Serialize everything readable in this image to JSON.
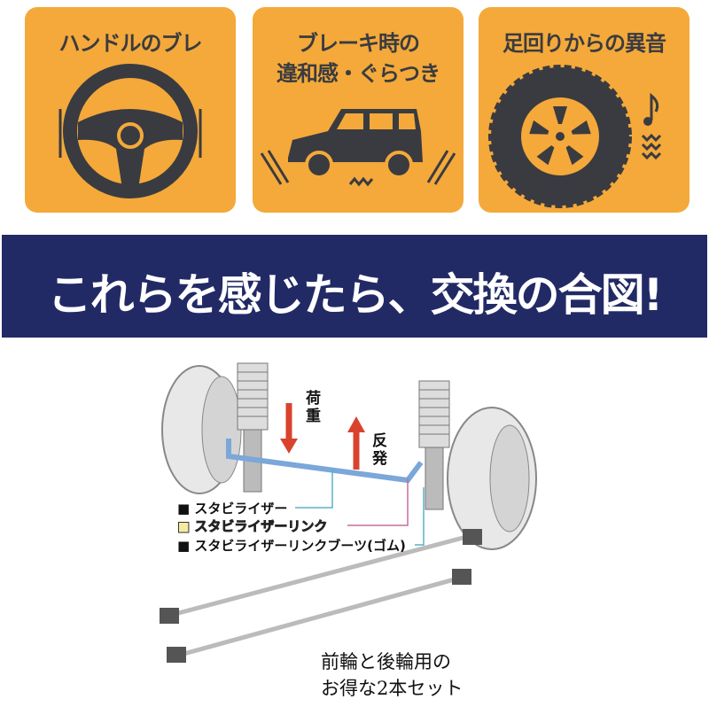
{
  "panels": [
    {
      "title_lines": [
        "ハンドルのブレ"
      ],
      "icon": "steering-wheel-icon"
    },
    {
      "title_lines": [
        "ブレーキ時の",
        "違和感・ぐらつき"
      ],
      "icon": "car-icon"
    },
    {
      "title_lines": [
        "足回りからの異音"
      ],
      "icon": "tire-icon"
    }
  ],
  "banner": {
    "text": "これらを感じたら、交換の合図!"
  },
  "diagram": {
    "load_label": "荷重",
    "rebound_label": "反発",
    "legend": [
      {
        "marker": "■",
        "label": "スタビライザー",
        "color": "#111111"
      },
      {
        "marker": "■",
        "label": "スタビライザーリンク",
        "color": "#f5eaa0"
      },
      {
        "marker": "■",
        "label": "スタビライザーリンクブーツ(ゴム)",
        "color": "#111111"
      }
    ]
  },
  "caption": {
    "line1": "前輪と後輪用の",
    "line2": "お得な2本セット"
  },
  "colors": {
    "panel": "#f4a93a",
    "icon": "#3a3b40",
    "banner": "#222a66"
  }
}
